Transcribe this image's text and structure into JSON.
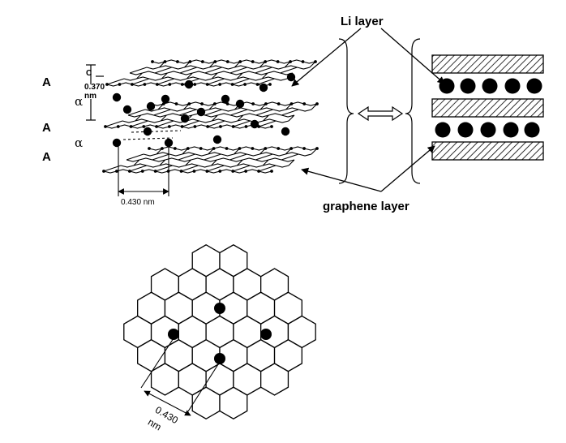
{
  "labels": {
    "li_layer": "Li layer",
    "graphene_layer": "graphene layer",
    "stacking": [
      "A",
      "α",
      "A",
      "α",
      "A"
    ],
    "c_axis": "C",
    "spacing_value": "0.370",
    "spacing_unit": "nm",
    "side_distance": "0.430 nm",
    "top_distance_value": "0.430",
    "top_distance_unit": "nm"
  },
  "colors": {
    "ink": "#000000",
    "background": "#ffffff",
    "arrow_fill": "#ffffff"
  },
  "icons": {
    "equivalence": "double-headed-arrow-icon",
    "li_atom": "filled-circle-icon",
    "graphene_sheet": "hatched-bar-icon"
  }
}
